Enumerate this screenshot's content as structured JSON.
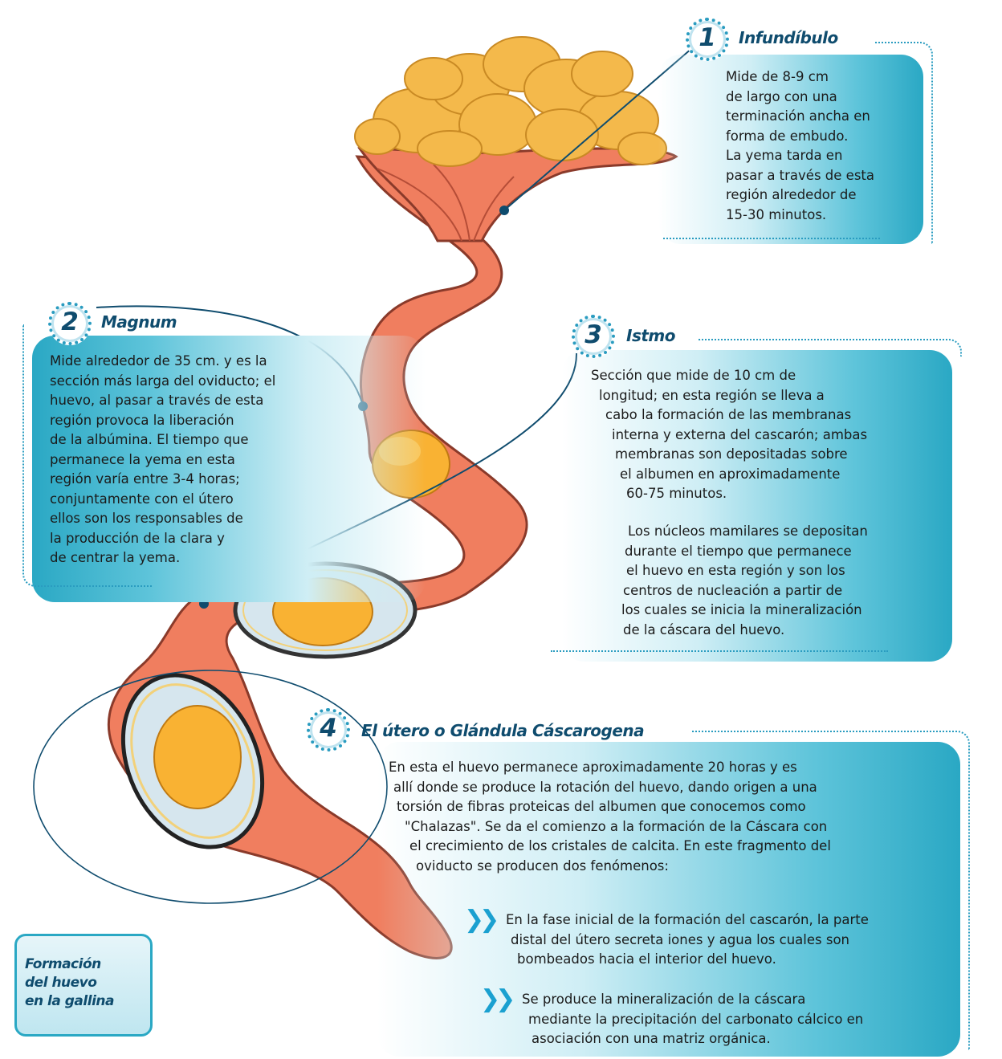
{
  "document_title": [
    "Formación",
    "del huevo",
    "en la gallina"
  ],
  "sections": [
    {
      "number": "1",
      "title": "Infundíbulo",
      "lines": [
        "Mide de 8-9 cm",
        "de largo con una",
        "terminación ancha en",
        "forma de embudo.",
        "La yema tarda en",
        "pasar a través de esta",
        "región alrededor de",
        "15-30 minutos."
      ]
    },
    {
      "number": "2",
      "title": "Magnum",
      "lines": [
        "Mide alrededor de 35 cm. y es la",
        "sección más larga del oviducto; el",
        "huevo, al pasar a través de esta",
        "región provoca la liberación",
        "de la albúmina. El tiempo que",
        "permanece la yema en esta",
        "región varía entre 3-4 horas;",
        "conjuntamente con el útero",
        "ellos son los responsables de",
        "la producción de la clara y",
        "de centrar la yema."
      ]
    },
    {
      "number": "3",
      "title": "Istmo",
      "lines": [
        "Sección que mide de 10 cm de",
        "longitud; en esta región se lleva a",
        "cabo la formación de las membranas",
        "interna y externa del cascarón; ambas",
        "membranas son depositadas sobre",
        "el albumen en aproximadamente",
        "60-75 minutos."
      ],
      "lines2": [
        "Los núcleos mamilares se depositan",
        "durante el tiempo que permanece",
        "el huevo en esta región y son los",
        "centros de nucleación a partir de",
        "los cuales se inicia la mineralización",
        "de la cáscara del huevo."
      ]
    },
    {
      "number": "4",
      "title": "El útero o Glándula Cáscarogena",
      "lines": [
        "En esta el huevo permanece aproximadamente 20 horas y es",
        "allí donde se produce la rotación del huevo, dando origen a una",
        "torsión de fibras proteicas del albumen que conocemos como",
        "\"Chalazas\". Se da el comienzo a la formación de la Cáscara con",
        "el crecimiento de los cristales de calcita.  En este fragmento del",
        "oviducto se producen dos fenómenos:"
      ],
      "bullets": [
        [
          "En la fase inicial de la formación del cascarón, la parte",
          "distal del útero secreta iones y agua los cuales son",
          "bombeados hacia el interior del huevo."
        ],
        [
          "Se produce la mineralización de la cáscara",
          "mediante la precipitación del carbonato cálcico en",
          "asociación con una matriz orgánica."
        ]
      ]
    }
  ],
  "colors": {
    "oviduct": "#f07e5f",
    "oviduct_dark": "#a8402e",
    "yolk": "#f9b233",
    "accent": "#2aa8c4",
    "heading": "#0f4c6e",
    "egg_white": "#d6e6ee"
  },
  "icons": [
    "chevron-double-right-icon"
  ]
}
